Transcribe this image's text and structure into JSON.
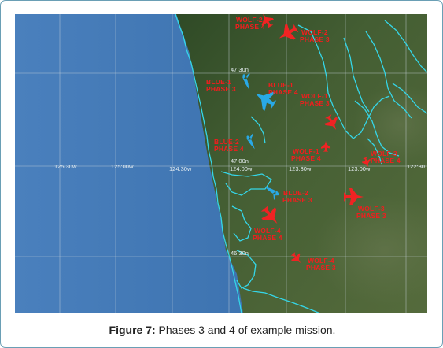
{
  "caption": {
    "label": "Figure 7:",
    "text": "Phases 3 and 4 of example mission."
  },
  "colors": {
    "ocean": "#3f74b0",
    "land": "#3e5a2c",
    "coast": "#35d6e8",
    "grid": "#c8d4dc",
    "friendly": "#29a9e6",
    "enemy": "#f02323"
  },
  "coord_labels": {
    "lon_125_30": "125:30w",
    "lon_125_00": "125:00w",
    "lon_124_30": "124:30w",
    "lon_124_00": "124:00w",
    "lon_123_30": "123:30w",
    "lon_123_00": "123:00w",
    "lon_122_30": "122:30",
    "lat_47_30": "47:30n",
    "lat_47_00": "47:00n",
    "lat_46_30": "46:30n"
  },
  "units": [
    {
      "id": "wolf-2",
      "side": "enemy",
      "name": "WOLF-2",
      "phase": "PHASE 4"
    },
    {
      "id": "wolf-2b",
      "side": "enemy",
      "name": "WOLF-2",
      "phase": "PHASE 3"
    },
    {
      "id": "blue-1",
      "side": "friendly",
      "name": "BLUE-1",
      "phase": "PHASE 3"
    },
    {
      "id": "blue-1b",
      "side": "friendly",
      "name": "BLUE-1",
      "phase": "PHASE 4"
    },
    {
      "id": "wolf-1",
      "side": "enemy",
      "name": "WOLF-1",
      "phase": "PHASE 3"
    },
    {
      "id": "blue-2",
      "side": "friendly",
      "name": "BLUE-2",
      "phase": "PHASE 4"
    },
    {
      "id": "wolf-1b",
      "side": "enemy",
      "name": "WOLF-1",
      "phase": "PHASE 4"
    },
    {
      "id": "wolf-3",
      "side": "enemy",
      "name": "WOLF-3",
      "phase": "PHASE 4"
    },
    {
      "id": "blue-2b",
      "side": "friendly",
      "name": "BLUE-2",
      "phase": "PHASE 3"
    },
    {
      "id": "wolf-3b",
      "side": "enemy",
      "name": "WOLF-3",
      "phase": "PHASE 3"
    },
    {
      "id": "wolf-4",
      "side": "enemy",
      "name": "WOLF-4",
      "phase": "PHASE 4"
    },
    {
      "id": "wolf-4b",
      "side": "enemy",
      "name": "WOLF-4",
      "phase": "PHASE 3"
    }
  ]
}
